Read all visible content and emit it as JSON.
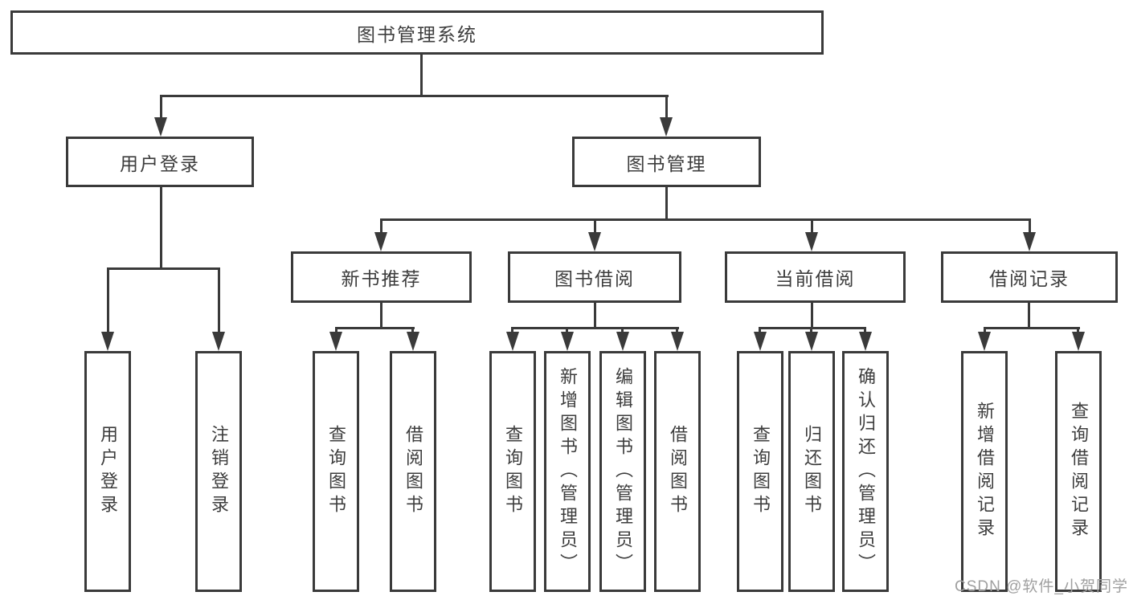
{
  "diagram": {
    "title": "图书管理系统",
    "level2": {
      "user_login": "用户登录",
      "book_mgmt": "图书管理"
    },
    "level3": {
      "new_books": "新书推荐",
      "book_borrow": "图书借阅",
      "current_borrow": "当前借阅",
      "borrow_record": "借阅记录"
    },
    "leaves": {
      "user_login": [
        "用户登录",
        "注销登录"
      ],
      "new_books": [
        "查询图书",
        "借阅图书"
      ],
      "book_borrow": [
        "查询图书",
        "新增图书（管理员）",
        "编辑图书（管理员）",
        "借阅图书"
      ],
      "current_borrow": [
        "查询图书",
        "归还图书",
        "确认归还（管理员）"
      ],
      "borrow_record": [
        "新增借阅记录",
        "查询借阅记录"
      ]
    }
  },
  "watermark": {
    "text": "CSDN @软件_小贺同学"
  },
  "colors": {
    "line": "#3a3a3a",
    "text": "#3d3d3d",
    "watermark": "#a0a0a0",
    "background": "#ffffff"
  }
}
